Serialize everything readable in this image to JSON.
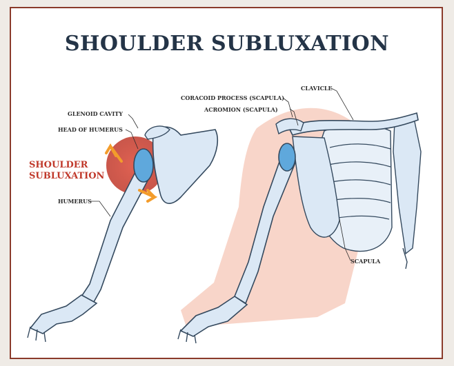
{
  "title": "SHOULDER SUBLUXATION",
  "callout": {
    "line1": "SHOULDER",
    "line2": "SUBLUXATION"
  },
  "labels": {
    "glenoid_cavity": "GLENOID CAVITY",
    "head_of_humerus": "HEAD OF HUMERUS",
    "humerus": "HUMERUS",
    "coracoid_process": "CORACOID PROCESS (SCAPULA)",
    "acromion": "ACROMION (SCAPULA)",
    "clavicle": "CLAVICLE",
    "scapula": "SCAPULA"
  },
  "colors": {
    "frame_border": "#8a3a2a",
    "title": "#243447",
    "callout": "#c0392b",
    "bone": "#dbe8f5",
    "bone_outline": "#34495e",
    "joint": "#5fa8dc",
    "skin": "#f4b9a5",
    "arrow": "#f39c2b"
  }
}
